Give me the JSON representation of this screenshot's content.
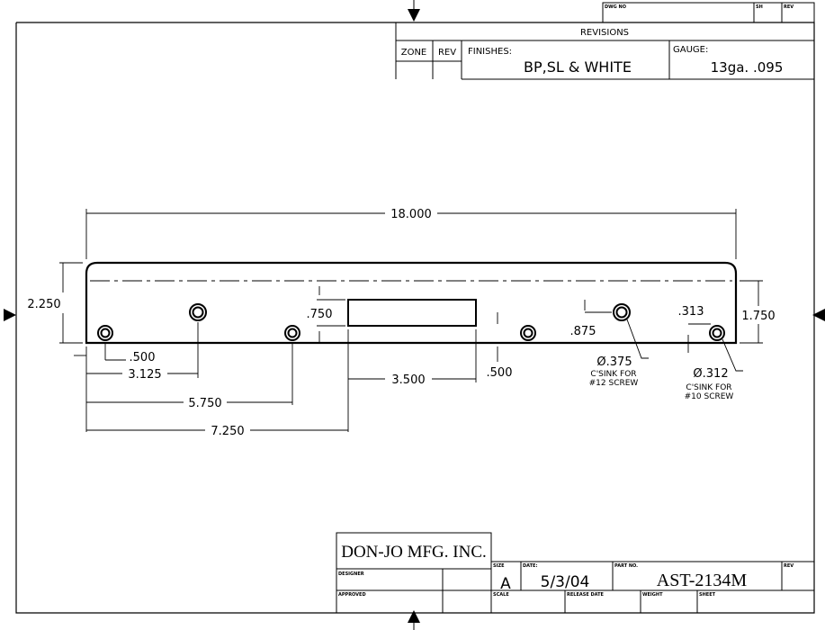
{
  "top_block": {
    "dwg_no": "DWG NO",
    "sh": "SH",
    "rev": "REV"
  },
  "revisions": {
    "title": "REVISIONS",
    "zone": "ZONE",
    "rev": "REV",
    "finishes_label": "FINISHES:",
    "finishes_value": "BP,SL & WHITE",
    "gauge_label": "GAUGE:",
    "gauge_value": "13ga. .095"
  },
  "dimensions": {
    "overall_length": "18.000",
    "overall_height": "2.250",
    "hole_height": "1.750",
    "slot_height": ".750",
    "hole_offset": ".500",
    "d1": "3.125",
    "d2": "5.750",
    "d3": "7.250",
    "slot_width": "3.500",
    "slot_offset": ".500",
    "hole_875": ".875",
    "hole_313": ".313"
  },
  "callouts": {
    "hole_large": "Ø.375",
    "hole_large_note1": "C'SINK FOR",
    "hole_large_note2": "#12 SCREW",
    "hole_small": "Ø.312",
    "hole_small_note1": "C'SINK FOR",
    "hole_small_note2": "#10 SCREW"
  },
  "title_block": {
    "company": "DON-JO MFG. INC.",
    "designer_label": "DESIGNER",
    "approved_label": "APPROVED",
    "size_label": "SIZE",
    "size_value": "A",
    "date_label": "DATE:",
    "date_value": "5/3/04",
    "part_no_label": "PART NO.",
    "part_no_value": "AST-2134M",
    "rev_label": "REV",
    "scale_label": "SCALE",
    "release_date_label": "RELEASE DATE",
    "weight_label": "WEIGHT",
    "sheet_label": "SHEET"
  }
}
